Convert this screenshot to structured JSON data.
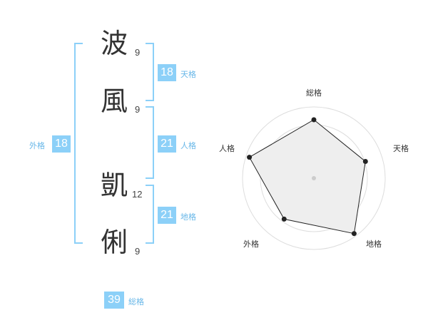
{
  "characters": [
    {
      "char": "波",
      "strokes": "9"
    },
    {
      "char": "風",
      "strokes": "9"
    },
    {
      "char": "凱",
      "strokes": "12"
    },
    {
      "char": "俐",
      "strokes": "9"
    }
  ],
  "fortunes": {
    "tenkaku": {
      "value": "18",
      "label": "天格"
    },
    "jinkaku": {
      "value": "21",
      "label": "人格"
    },
    "chikaku": {
      "value": "21",
      "label": "地格"
    },
    "gaikaku": {
      "value": "18",
      "label": "外格"
    },
    "soukaku": {
      "value": "39",
      "label": "総格"
    }
  },
  "radar": {
    "axes": [
      "総格",
      "天格",
      "地格",
      "外格",
      "人格"
    ],
    "values": [
      0.82,
      0.76,
      0.96,
      0.71,
      0.95
    ],
    "max": 1,
    "rings": 4,
    "fill_color": "#eeeeee",
    "line_color": "#222222"
  },
  "colors": {
    "accent": "#8cd0f8",
    "label": "#68b7e8"
  }
}
